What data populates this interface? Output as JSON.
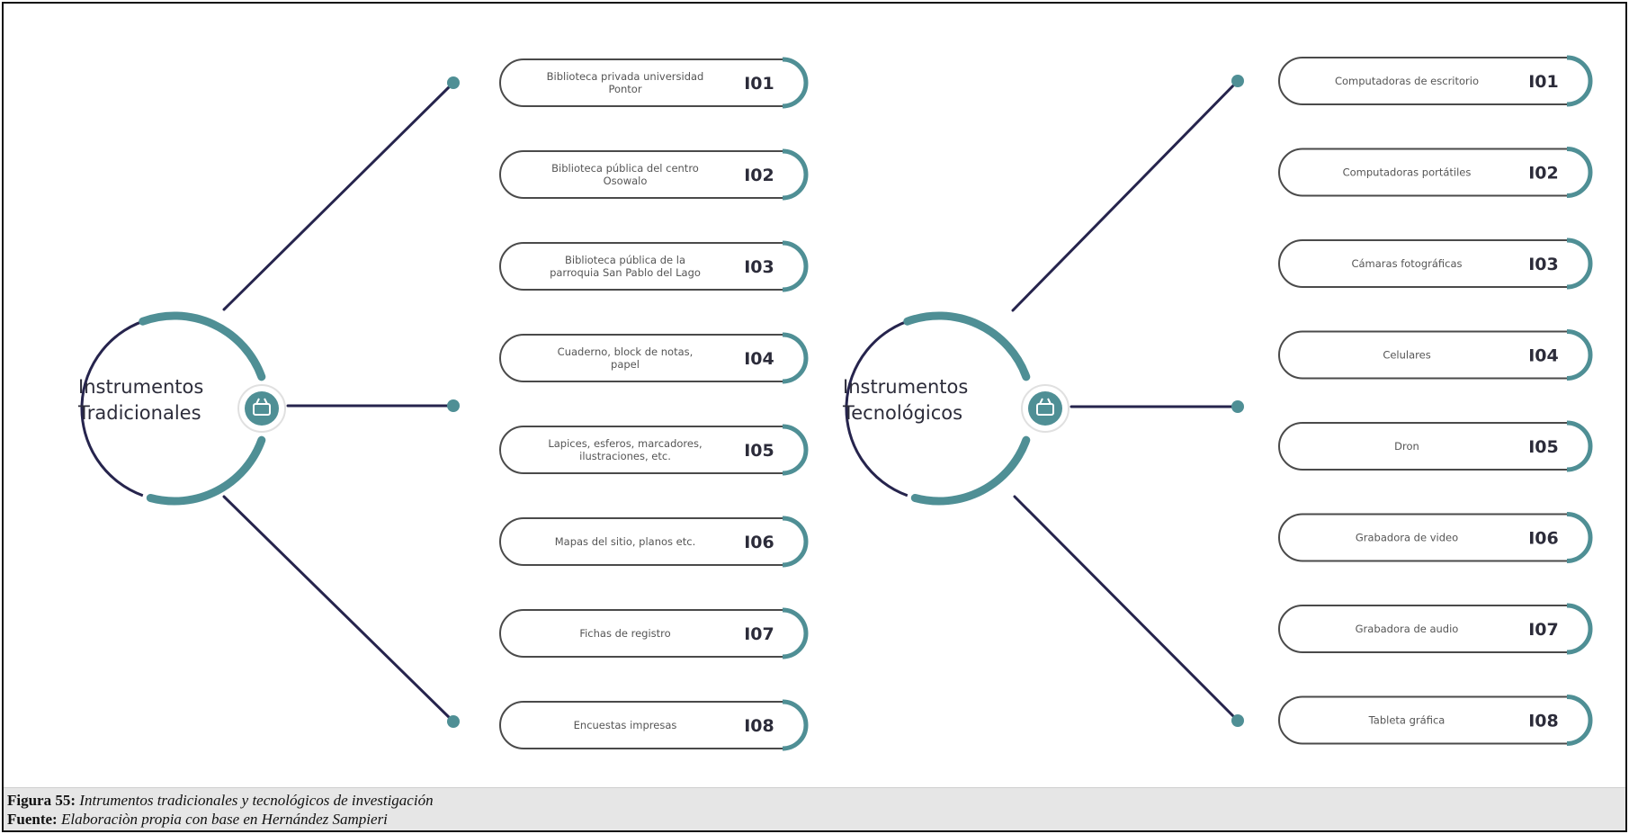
{
  "colors": {
    "navy": "#26244d",
    "teal": "#4f8f95",
    "pill_border": "#4a4a4a",
    "caption_bg": "#e6e6e6"
  },
  "hubs": [
    {
      "id": "traditional",
      "title_lines": [
        "Instrumentos",
        "Tradicionales"
      ],
      "icon": "basket-icon",
      "items": [
        {
          "lines": [
            "Biblioteca privada universidad",
            "Pontor"
          ],
          "code": "I01"
        },
        {
          "lines": [
            "Biblioteca pública del centro",
            "Osowalo"
          ],
          "code": "I02"
        },
        {
          "lines": [
            "Biblioteca pública de la",
            "parroquia San Pablo del Lago"
          ],
          "code": "I03"
        },
        {
          "lines": [
            "Cuaderno, block de notas,",
            "papel"
          ],
          "code": "I04"
        },
        {
          "lines": [
            "Lapices, esferos, marcadores,",
            "ilustraciones, etc."
          ],
          "code": "I05"
        },
        {
          "lines": [
            "Mapas del sitio, planos etc."
          ],
          "code": "I06"
        },
        {
          "lines": [
            "Fichas de registro"
          ],
          "code": "I07"
        },
        {
          "lines": [
            "Encuestas impresas"
          ],
          "code": "I08"
        }
      ]
    },
    {
      "id": "technological",
      "title_lines": [
        "Instrumentos",
        "Tecnológicos"
      ],
      "icon": "basket-icon",
      "items": [
        {
          "lines": [
            "Computadoras de escritorio"
          ],
          "code": "I01"
        },
        {
          "lines": [
            "Computadoras portátiles"
          ],
          "code": "I02"
        },
        {
          "lines": [
            "Cámaras fotográficas"
          ],
          "code": "I03"
        },
        {
          "lines": [
            "Celulares"
          ],
          "code": "I04"
        },
        {
          "lines": [
            "Dron"
          ],
          "code": "I05"
        },
        {
          "lines": [
            "Grabadora de video"
          ],
          "code": "I06"
        },
        {
          "lines": [
            "Grabadora de audio"
          ],
          "code": "I07"
        },
        {
          "lines": [
            "Tableta gráfica"
          ],
          "code": "I08"
        }
      ]
    }
  ],
  "caption": {
    "figure_label": "Figura 55:",
    "figure_text": "Intrumentos tradicionales y tecnológicos de investigación",
    "source_label": "Fuente:",
    "source_text": "Elaboraciòn propia con base en Hernández Sampieri"
  }
}
